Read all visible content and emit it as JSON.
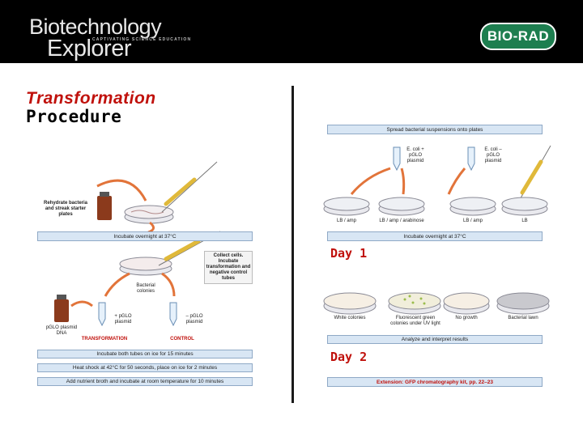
{
  "header": {
    "logo_line1": "Biotechnology",
    "logo_line2": "Explorer",
    "logo_sub": "CAPTIVATING SCIENCE EDUCATION",
    "brand": "BIO-RAD"
  },
  "title": {
    "line1": "Transformation",
    "line2": "Procedure"
  },
  "day_labels": {
    "day1": "Day 1",
    "day2": "Day 2"
  },
  "left_diagram": {
    "rehydrate": "Rehydrate bacteria and streak starter plates",
    "incubate_overnight": "Incubate overnight at 37°C",
    "collect_cells": "Collect cells. Incubate transformation and negative control tubes",
    "bacterial_colonies": "Bacterial colonies",
    "tube_plus": "+ pGLO plasmid",
    "tube_minus": "– pGLO plasmid",
    "pglo_dna": "pGLO plasmid DNA",
    "transformation": "TRANSFORMATION",
    "control": "CONTROL",
    "ice": "Incubate both tubes on ice for 15 minutes",
    "heat_shock": "Heat shock at 42°C for 50 seconds, place on ice for 2 minutes",
    "nutrient": "Add nutrient broth and incubate at room temperature for 10 minutes"
  },
  "right_diagram": {
    "spread": "Spread bacterial suspensions onto plates",
    "ecoli_plus": "E. coli + pGLO plasmid",
    "ecoli_minus": "E. coli – pGLO plasmid",
    "plates": [
      "LB / amp",
      "LB / amp / arabinose",
      "LB / amp",
      "LB"
    ],
    "incubate_overnight": "Incubate overnight at 37°C",
    "results": [
      "White colonies",
      "Fluorescent green colonies under UV light",
      "No growth",
      "Bacterial lawn"
    ],
    "analyze": "Analyze and interpret results",
    "extension": "Extension: GFP chromatography kit, pp. 22–23"
  }
}
